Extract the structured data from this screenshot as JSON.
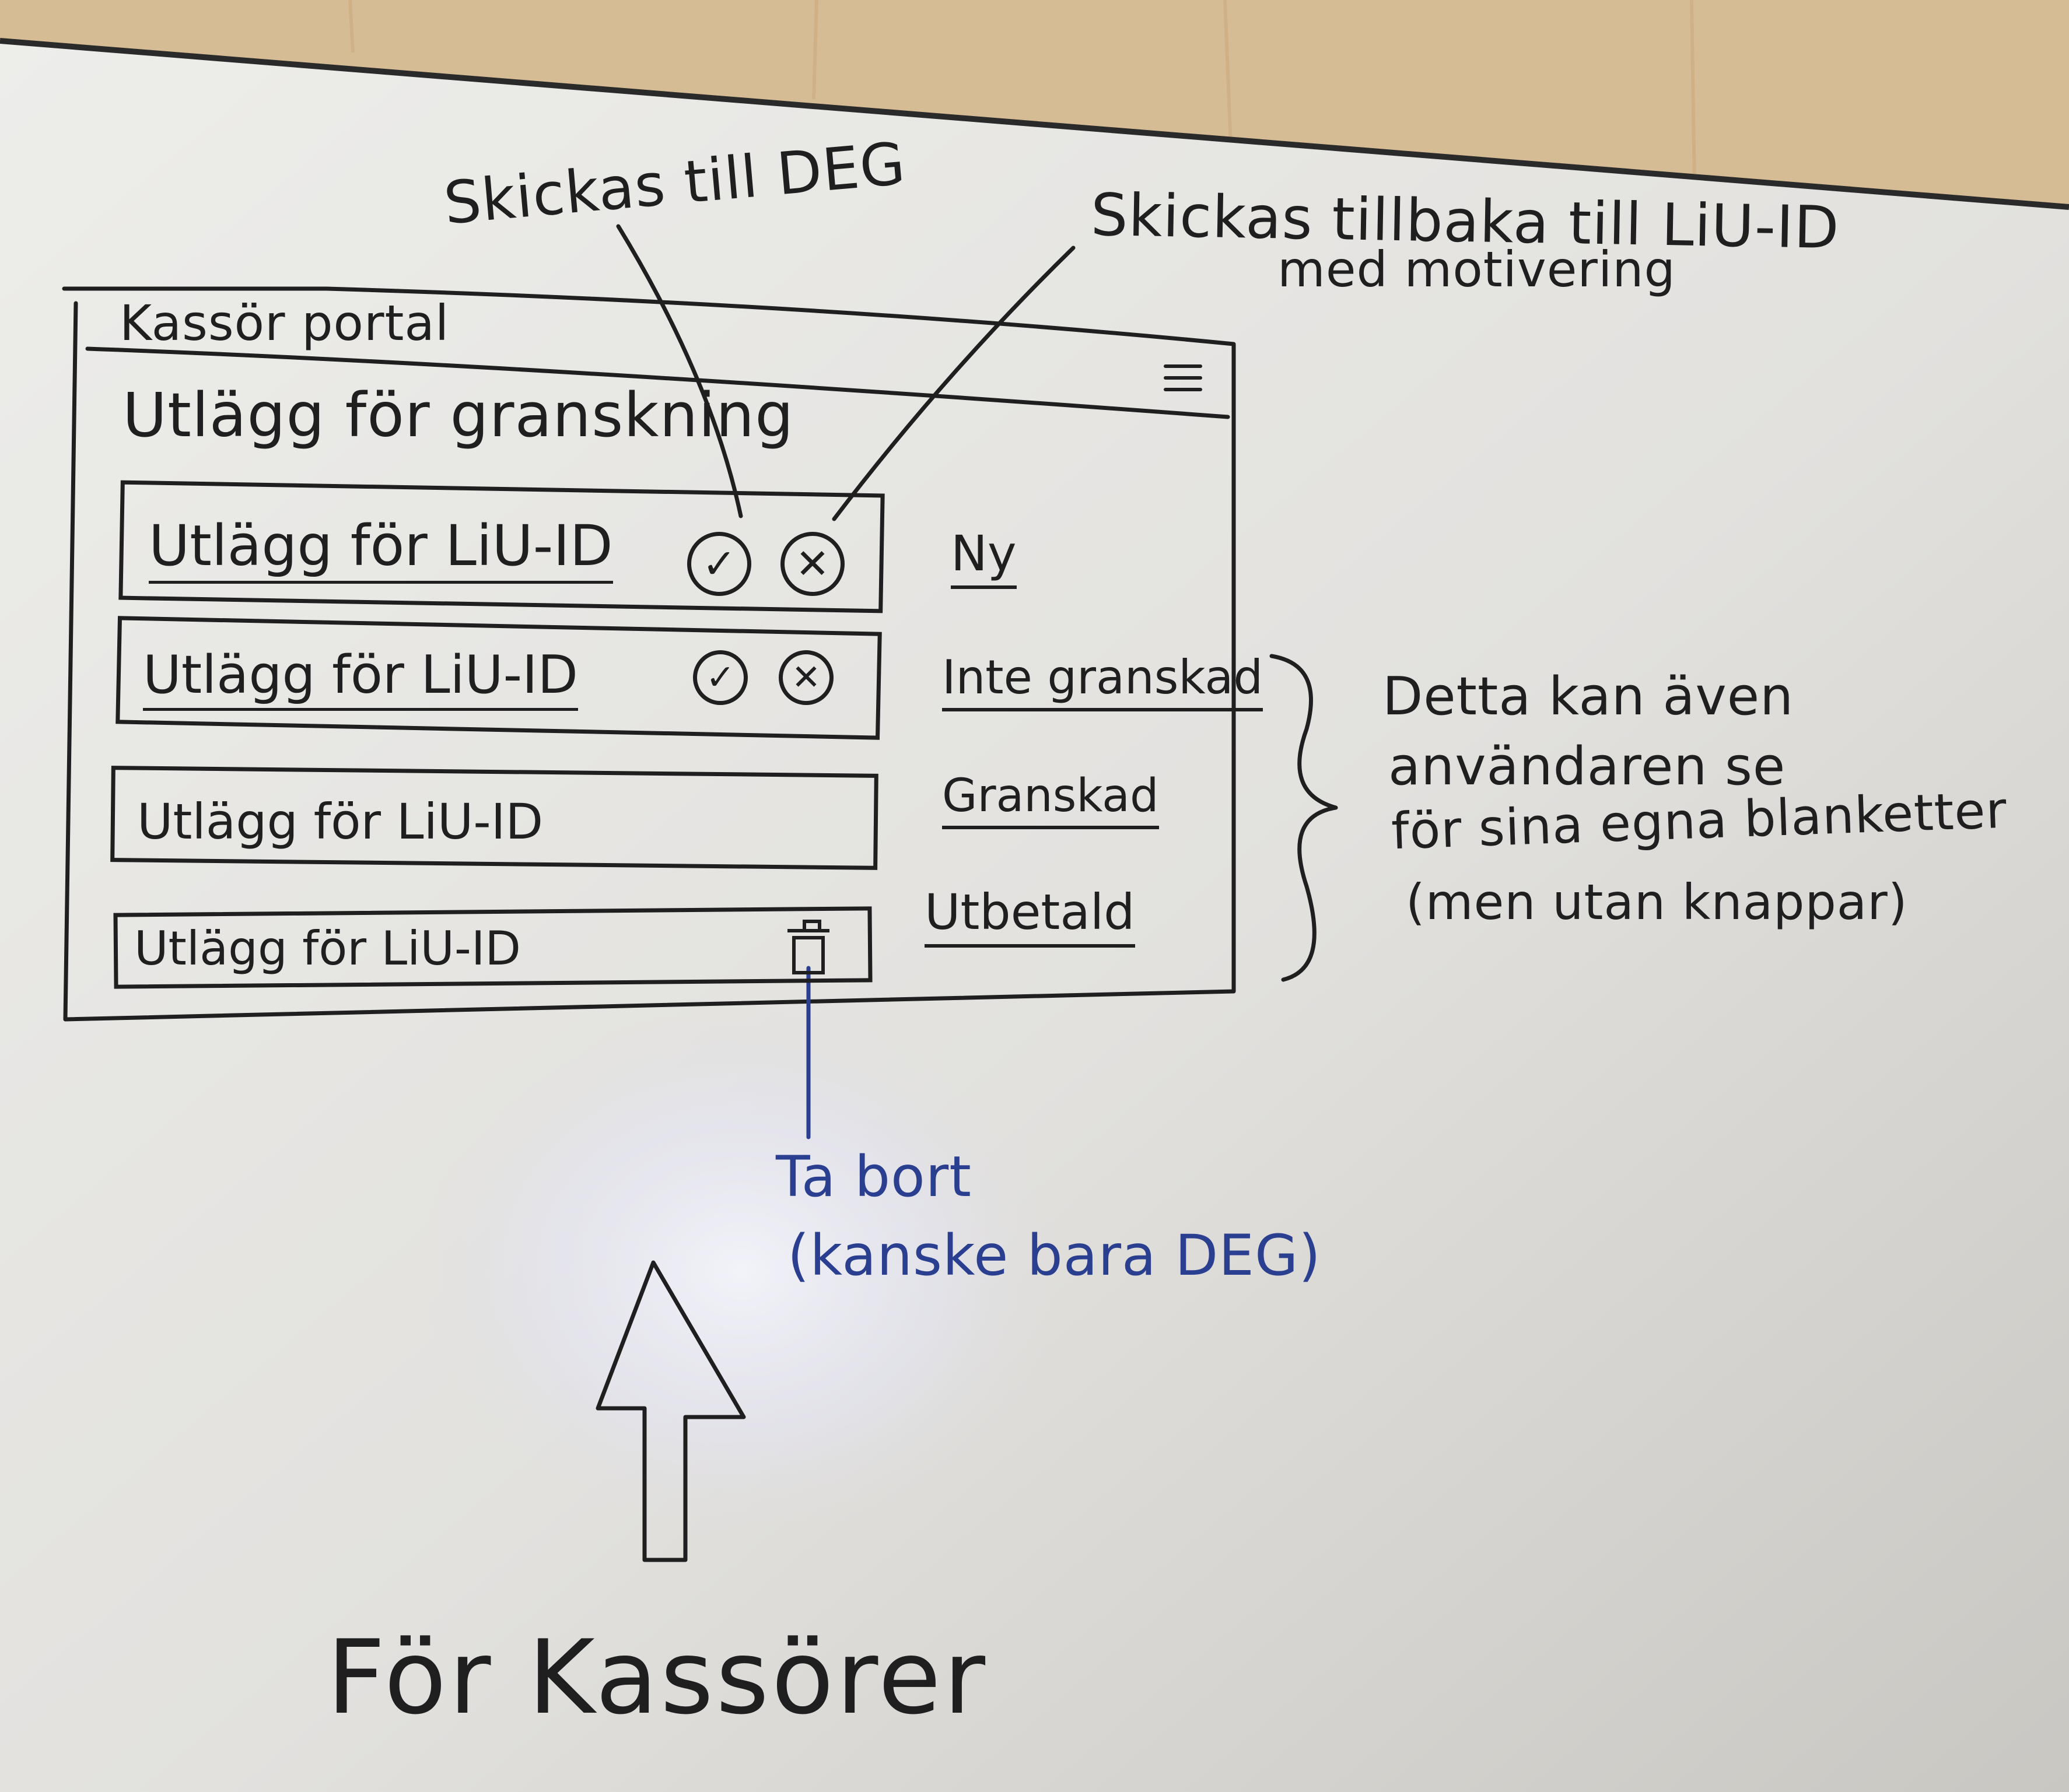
{
  "colors": {
    "wood": "#d8bf99",
    "board": "#ecebe7",
    "ink": "#1f1f1f",
    "blue_ink": "#2a3f8f"
  },
  "annotations": {
    "send_to_deg": "Skickas till DEG",
    "send_back_line1": "Skickas tillbaka till LiU-ID",
    "send_back_line2": "med motivering",
    "also_user_line1": "Detta kan även",
    "also_user_line2": "användaren se",
    "also_user_line3": "för sina egna blanketter",
    "also_user_line4": "(men utan knappar)",
    "remove_line1": "Ta bort",
    "remove_line2": "(kanske bara DEG)",
    "for_cashiers": "För Kassörer"
  },
  "mockup": {
    "app_title": "Kassör portal",
    "page_title": "Utlägg för granskning",
    "menu_icon": "hamburger-icon",
    "rows": [
      {
        "label": "Utlägg för LiU-ID",
        "status": "Ny",
        "actions": [
          "check-icon",
          "x-icon"
        ]
      },
      {
        "label": "Utlägg för LiU-ID",
        "status": "Inte granskad",
        "actions": [
          "check-icon",
          "x-icon"
        ]
      },
      {
        "label": "Utlägg för LiU-ID",
        "status": "Granskad",
        "actions": []
      },
      {
        "label": "Utlägg för LiU-ID",
        "status": "Utbetald",
        "actions": [
          "trash-icon"
        ]
      }
    ]
  }
}
